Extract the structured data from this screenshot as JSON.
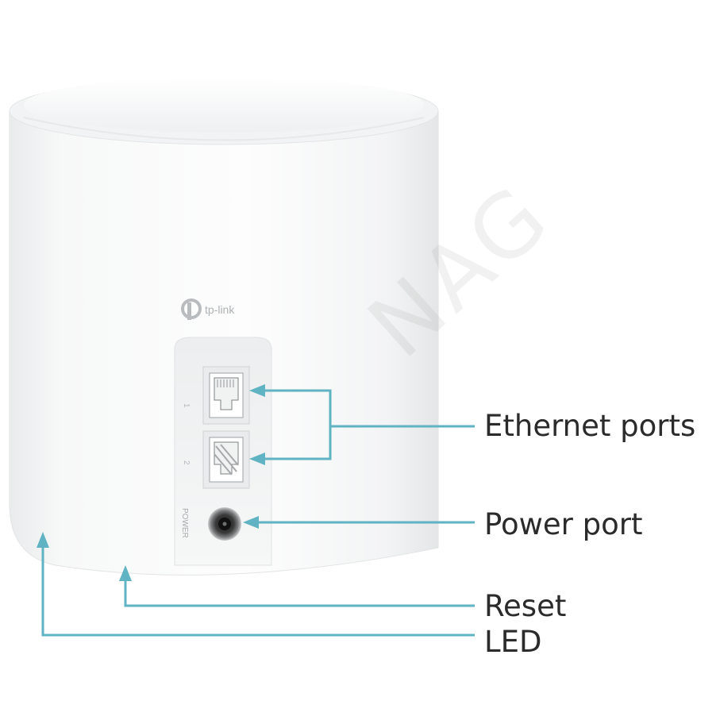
{
  "device": {
    "brand": "tp-link",
    "port_label_1": "1",
    "port_label_2": "2",
    "port_label_power": "POWER"
  },
  "callouts": {
    "ethernet_ports": "Ethernet ports",
    "power_port": "Power port",
    "reset": "Reset",
    "led": "LED"
  },
  "watermark": "NAG",
  "colors": {
    "accent": "#5fb3c2",
    "label_text": "#2b2b2b",
    "device_body": "#f4f5f6"
  }
}
